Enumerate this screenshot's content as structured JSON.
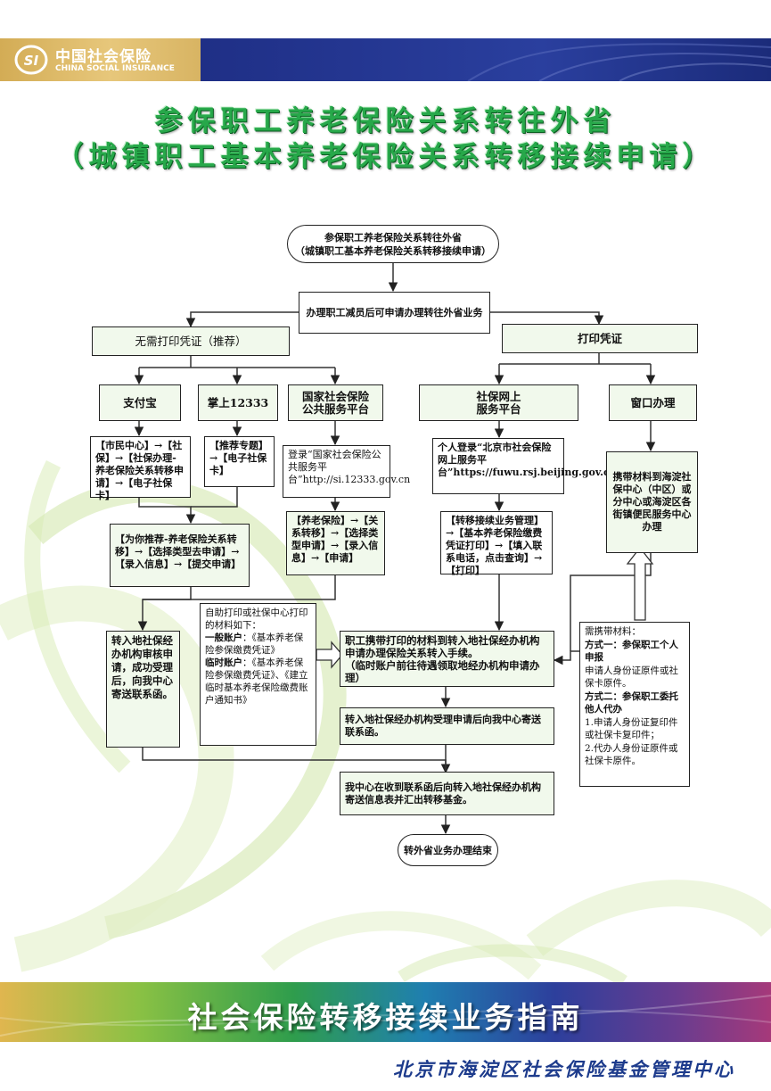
{
  "header": {
    "logo_mark": "SI",
    "logo_cn": "中国社会保险",
    "logo_en": "CHINA SOCIAL INSURANCE"
  },
  "title": {
    "line1": "参保职工养老保险关系转往外省",
    "line2": "（城镇职工基本养老保险关系转移接续申请）"
  },
  "flow": {
    "start": {
      "line1": "参保职工养老保险关系转往外省",
      "line2": "（城镇职工基本养老保险关系转移接续申请）"
    },
    "step1": "办理职工减员后可申请办理转往外省业务",
    "no_print": "无需打印凭证（推荐）",
    "print": "打印凭证",
    "alipay": "支付宝",
    "app12333": "掌上12333",
    "national": {
      "line1": "国家社会保险",
      "line2": "公共服务平台"
    },
    "online": {
      "line1": "社保网上",
      "line2": "服务平台"
    },
    "window": "窗口办理",
    "alipay_path": "【市民中心】→【社保】→【社保办理-养老保险关系转移申请】→【电子社保卡】",
    "app_path": "【推荐专题】→【电子社保卡】",
    "national_login": "登录“国家社会保险公共服务平台”http://si.12333.gov.cn",
    "online_login": "个人登录“北京市社会保险网上服务平台”https://fuwu.rsj.beijing.gov.cn/zhrs/yltc/",
    "window_desc": "携带材料到海淀社保中心（中区）或分中心或海淀区各街镇便民服务中心办理",
    "recommend_path": "【为你推荐-养老保险关系转移】→【选择类型去申请】→【录入信息】→【提交申请】",
    "national_path": "【养老保险】→【关系转移】→【选择类型申请】→【录入信息】→【申请】",
    "online_path": "【转移接续业务管理】→【基本养老保险缴费凭证打印】→【填入联系电话，点击查询】→【打印】",
    "left_desc": "转入地社保经办机构审核申请，成功受理后，向我中心 寄送联系函。",
    "materials_title": "自助打印或社保中心打印的材料如下：",
    "materials_normal_label": "一般账户",
    "materials_normal": "：《基本养老保险参保缴费凭证》",
    "materials_temp_label": "临时账户",
    "materials_temp": "：《基本养老保险参保缴费凭证》、《建立临时基本养老保险缴费账户通知书》",
    "carry_main": "职工携带打印的材料到转入地社保经办机构申请办理保险关系转入手续。",
    "carry_note": "（临时账户前往待遇领取地经办机构申请办理）",
    "required_title": "需携带材料：",
    "method1_title": "方式一：参保职工个人申报",
    "method1_body": "申请人身份证原件或社保卡原件。",
    "method2_title": "方式二：参保职工委托他人代办",
    "method2_item1": "1.申请人身份证复印件或社保卡复印件；",
    "method2_item2": "2.代办人身份证原件或社保卡原件。",
    "step_letter": "转入地社保经办机构受理申请后向我中心寄送联系函。",
    "step_fund": "我中心在收到联系函后向转入地社保经办机构寄送信息表并汇出转移基金。",
    "end": "转外省业务办理结束"
  },
  "footer": {
    "title": "社会保险转移接续业务指南",
    "org": "北京市海淀区社会保险基金管理中心"
  },
  "colors": {
    "title_green": "#27a84a",
    "header_blue": "#1f2f86",
    "header_gold": "#d3ac55",
    "org_blue": "#1d3b8c",
    "box_green": "#f1f9ec"
  }
}
